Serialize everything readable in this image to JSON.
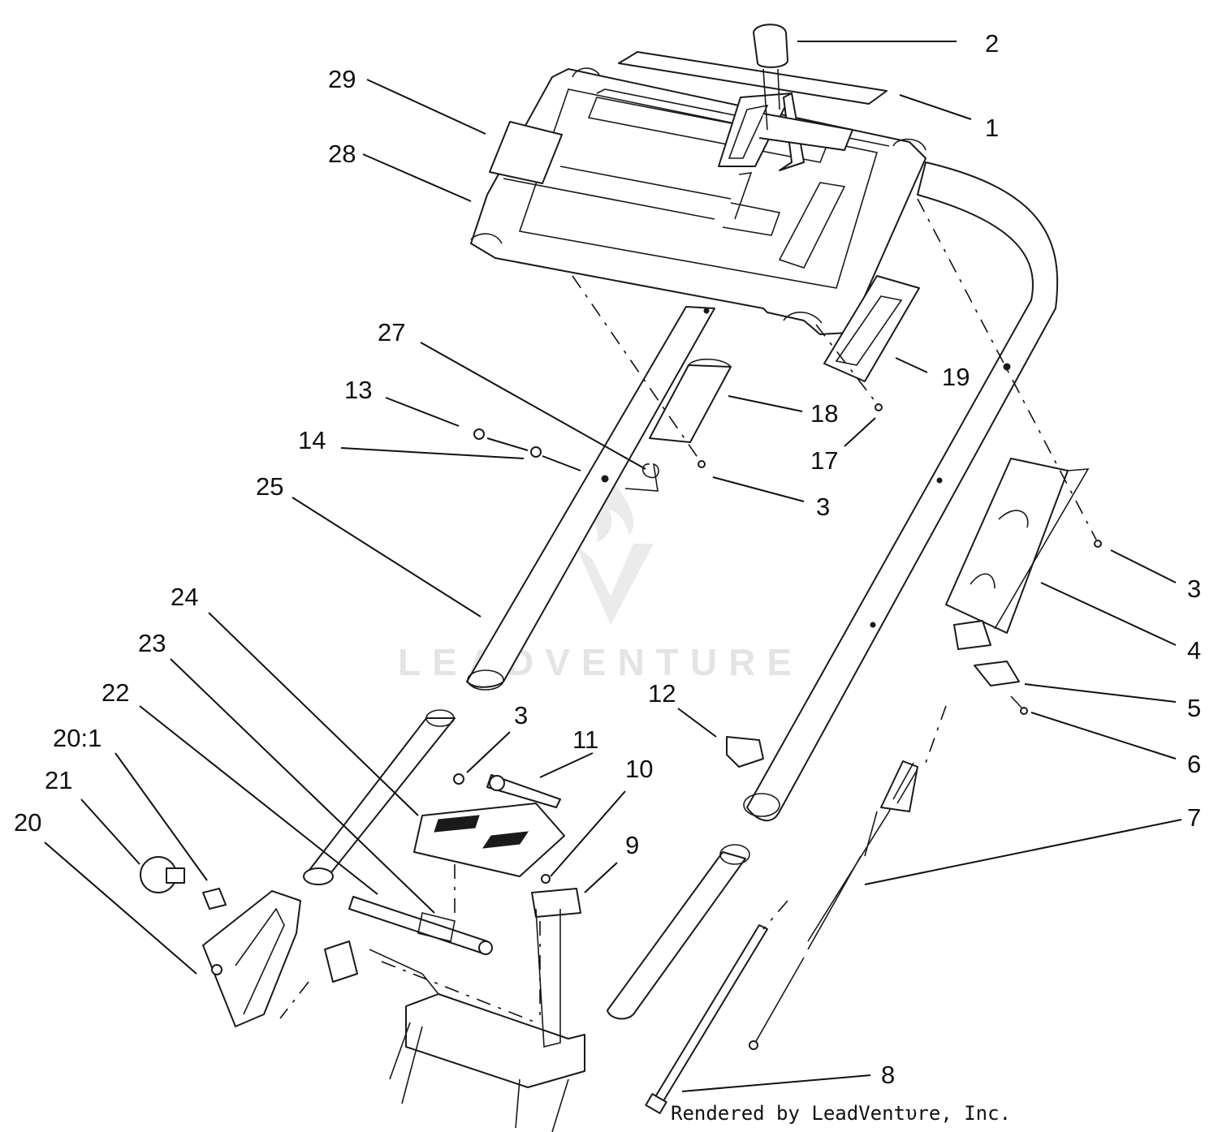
{
  "diagram": {
    "callouts": [
      {
        "id": "c-2",
        "label": "2"
      },
      {
        "id": "c-1",
        "label": "1"
      },
      {
        "id": "c-29",
        "label": "29"
      },
      {
        "id": "c-28",
        "label": "28"
      },
      {
        "id": "c-27",
        "label": "27"
      },
      {
        "id": "c-13",
        "label": "13"
      },
      {
        "id": "c-14",
        "label": "14"
      },
      {
        "id": "c-25",
        "label": "25"
      },
      {
        "id": "c-18",
        "label": "18"
      },
      {
        "id": "c-19",
        "label": "19"
      },
      {
        "id": "c-17",
        "label": "17"
      },
      {
        "id": "c-3a",
        "label": "3"
      },
      {
        "id": "c-3b",
        "label": "3"
      },
      {
        "id": "c-4",
        "label": "4"
      },
      {
        "id": "c-5",
        "label": "5"
      },
      {
        "id": "c-6",
        "label": "6"
      },
      {
        "id": "c-7",
        "label": "7"
      },
      {
        "id": "c-8",
        "label": "8"
      },
      {
        "id": "c-9",
        "label": "9"
      },
      {
        "id": "c-10",
        "label": "10"
      },
      {
        "id": "c-11",
        "label": "11"
      },
      {
        "id": "c-3c",
        "label": "3"
      },
      {
        "id": "c-12",
        "label": "12"
      },
      {
        "id": "c-24",
        "label": "24"
      },
      {
        "id": "c-23",
        "label": "23"
      },
      {
        "id": "c-22",
        "label": "22"
      },
      {
        "id": "c-20-1",
        "label": "20:1"
      },
      {
        "id": "c-21",
        "label": "21"
      },
      {
        "id": "c-20",
        "label": "20"
      }
    ],
    "watermark": "LEADVENTURE",
    "credit": "Rendered by LeadVentυre, Inc."
  },
  "colors": {
    "line": "#1a1a1a",
    "watermark": "#cfcfcf",
    "background": "#ffffff"
  }
}
